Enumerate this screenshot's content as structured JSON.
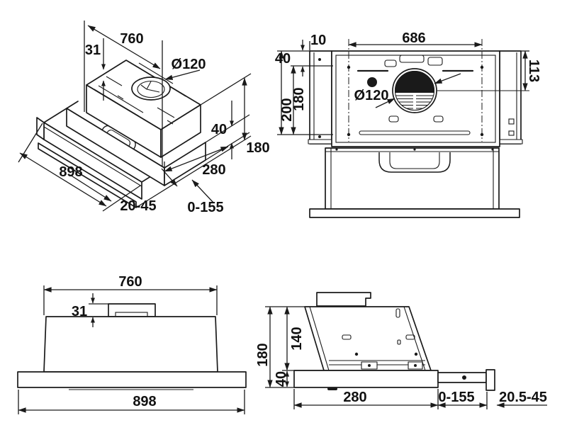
{
  "diagram": {
    "type": "technical-drawing",
    "subject": "telescopic built-in cooker hood installation dimensions",
    "background": "#ffffff",
    "line_color": "#1a1a1a"
  },
  "views": {
    "isometric": {
      "dims": {
        "top_width": "760",
        "collar_height": "31",
        "duct_diameter": "Ø120",
        "chassis_height": "40",
        "total_height": "180",
        "front_width": "898",
        "depth": "280",
        "visor_range": "20-45",
        "telescopic_range": "0-155"
      }
    },
    "rear": {
      "dims": {
        "mount_width": "686",
        "edge_offset": "10",
        "hole_top_offset": "40",
        "hole_spacing": "180",
        "mount_height": "200",
        "duct_center_offset": "113",
        "duct_diameter": "Ø120"
      }
    },
    "front": {
      "dims": {
        "body_width": "760",
        "collar_height": "31",
        "panel_width": "898"
      }
    },
    "side": {
      "dims": {
        "total_height": "180",
        "body_height": "140",
        "panel_height": "40",
        "depth": "280",
        "telescopic_range": "0-155",
        "front_panel_range": "20.5-45"
      }
    }
  }
}
